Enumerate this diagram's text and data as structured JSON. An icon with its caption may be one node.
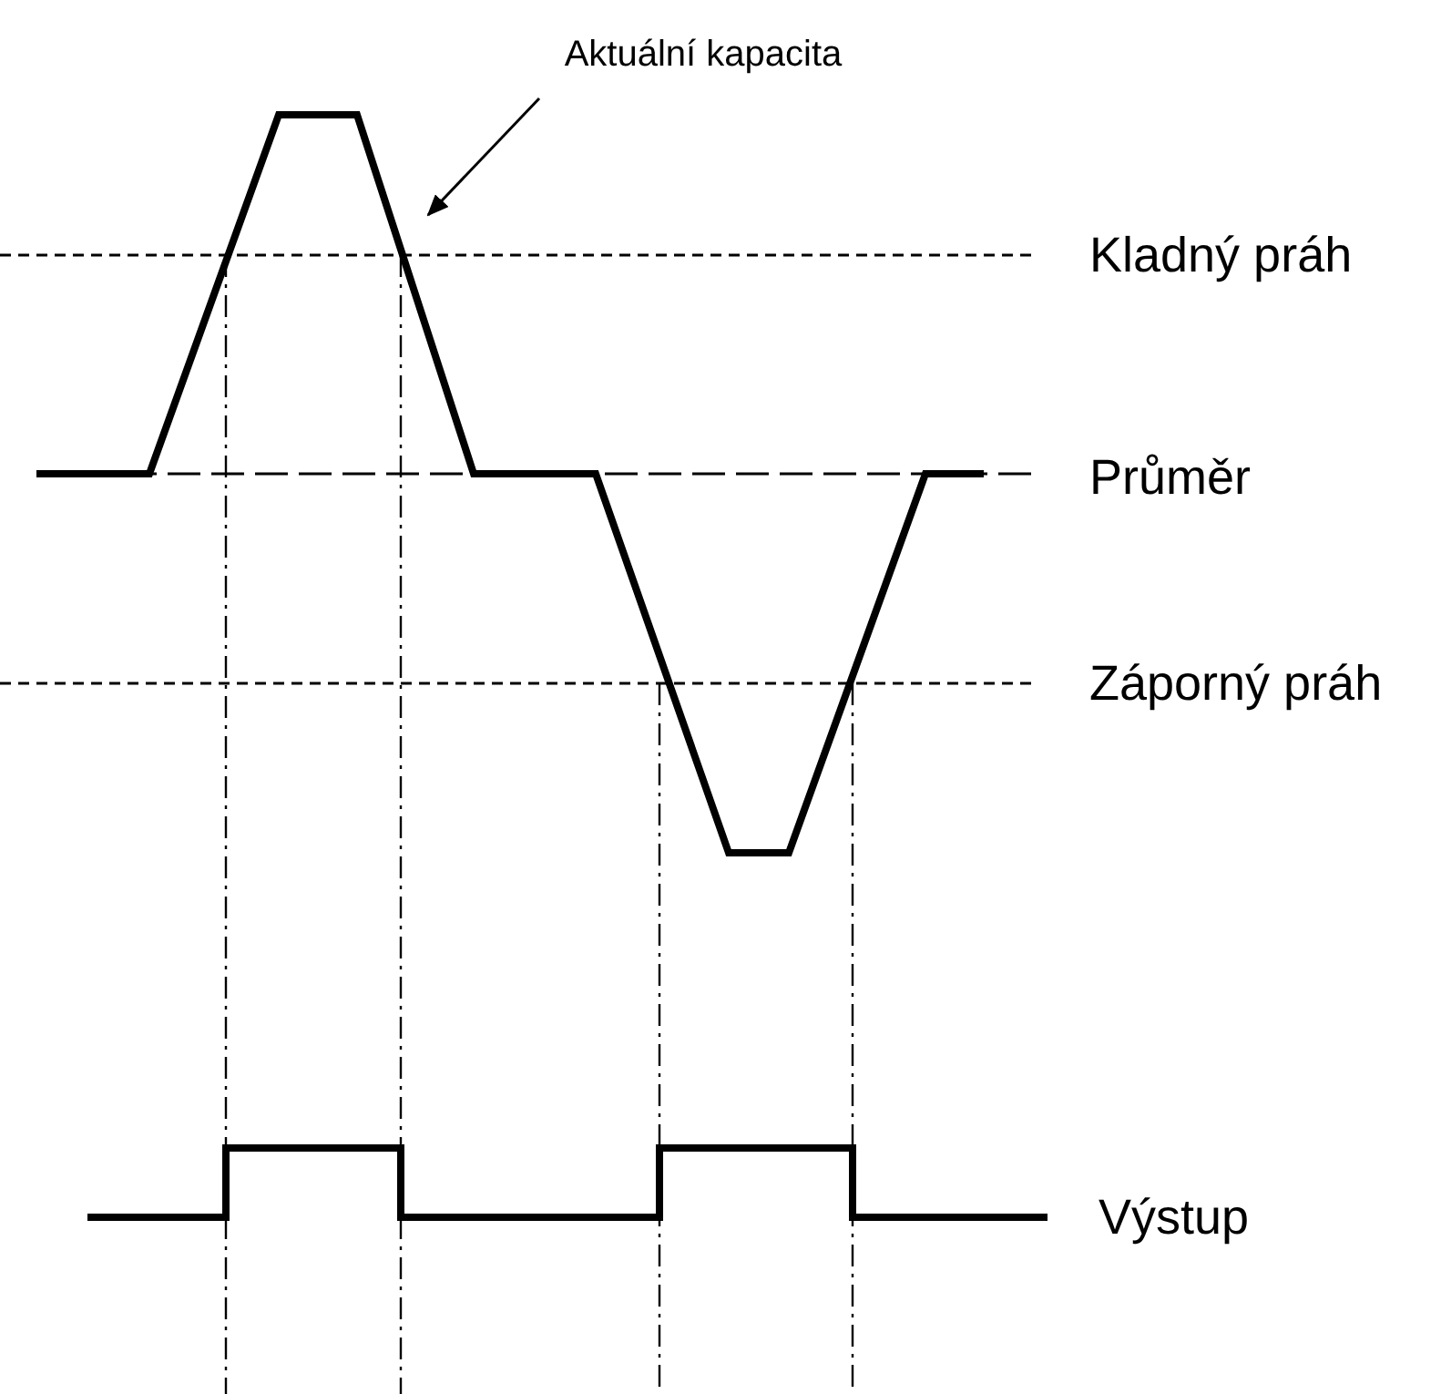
{
  "diagram": {
    "nodes": [
      {
        "text": [
          "Aktuální kapacita"
        ]
      },
      {
        "text": [],
        "shape": "picture"
      }
    ],
    "edges": [
      {
        "from": 0,
        "to": 1,
        "arrow": "to"
      }
    ],
    "labels": [
      "Kladný práh",
      "Průměr",
      "Záporný práh",
      "Výstup"
    ]
  }
}
